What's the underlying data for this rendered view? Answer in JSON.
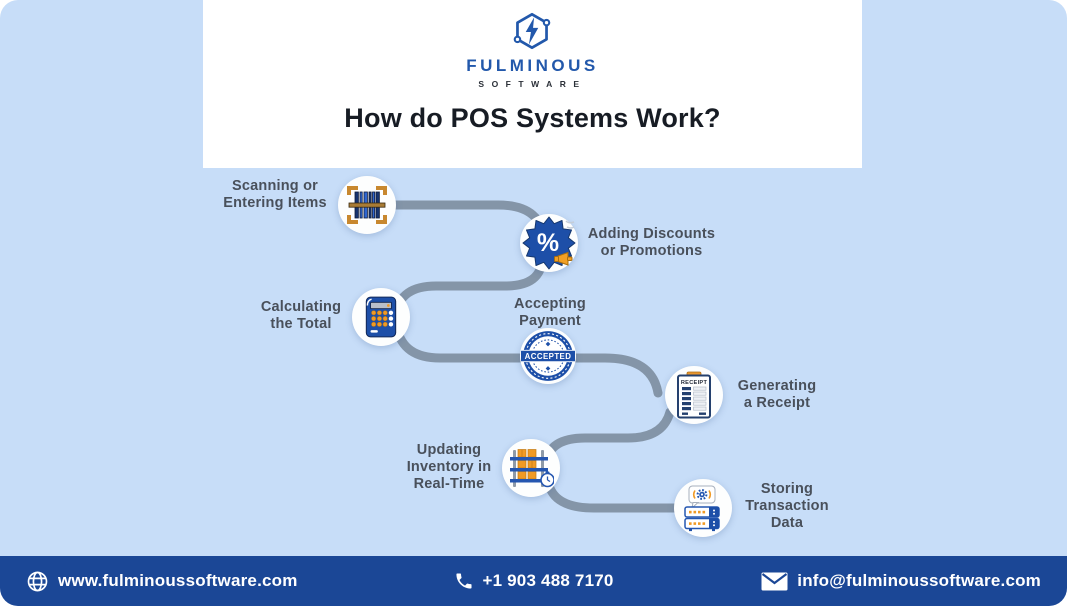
{
  "header": {
    "brand": "FULMINOUS",
    "brand_sub": "SOFTWARE",
    "title": "How do POS Systems Work?"
  },
  "steps": [
    {
      "name": "scanning-items",
      "icon": "barcode-scanner-icon",
      "lines": [
        "Scanning or",
        "Entering Items"
      ]
    },
    {
      "name": "adding-discounts",
      "icon": "discount-badge-icon",
      "lines": [
        "Adding Discounts",
        "or Promotions"
      ]
    },
    {
      "name": "calculating-total",
      "icon": "calculator-icon",
      "lines": [
        "Calculating",
        "the Total"
      ]
    },
    {
      "name": "accepting-payment",
      "icon": "accepted-stamp-icon",
      "lines": [
        "Accepting",
        "Payment"
      ]
    },
    {
      "name": "generating-receipt",
      "icon": "receipt-icon",
      "lines": [
        "Generating",
        "a Receipt"
      ]
    },
    {
      "name": "updating-inventory",
      "icon": "inventory-shelf-icon",
      "lines": [
        "Updating",
        "Inventory in",
        "Real-Time"
      ]
    },
    {
      "name": "storing-data",
      "icon": "server-data-icon",
      "lines": [
        "Storing",
        "Transaction",
        "Data"
      ]
    }
  ],
  "icon_text": {
    "percent": "%",
    "accepted": "ACCEPTED",
    "receipt": "RECEIPT"
  },
  "footer": {
    "website": "www.fulminoussoftware.com",
    "phone": "+1 903 488 7170",
    "email": "info@fulminoussoftware.com"
  },
  "colors": {
    "background": "#c7ddf8",
    "footer": "#1b4796",
    "connector": "#8495a8",
    "accent_blue": "#1d4fa8",
    "accent_orange": "#f09a25",
    "label_text": "#49505b"
  }
}
